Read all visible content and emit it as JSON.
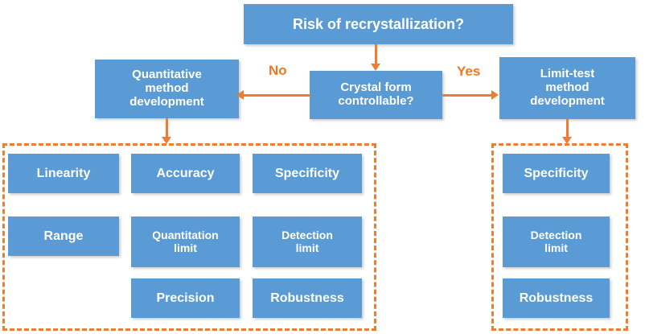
{
  "diagram": {
    "title": "Risk of recrystallization decision flowchart",
    "colors": {
      "node_fill": "#5B9BD5",
      "node_text": "#FFFFFF",
      "connector": "#ED7D31",
      "label_text": "#F4771F",
      "background": "#FFFFFF"
    }
  },
  "nodes": {
    "root": {
      "label": "Risk of recrystallization?"
    },
    "decision": {
      "label": "Crystal form\ncontrollable?"
    },
    "branch_left": {
      "label": "Quantitative\nmethod\ndevelopment"
    },
    "branch_right": {
      "label": "Limit-test\nmethod\ndevelopment"
    }
  },
  "edges": {
    "no_label": "No",
    "yes_label": "Yes"
  },
  "groups": [
    {
      "name": "quantitative-validation-parameters",
      "columns": [
        {
          "items": [
            {
              "label": "Linearity"
            },
            {
              "label": "Range"
            }
          ]
        },
        {
          "items": [
            {
              "label": "Accuracy"
            },
            {
              "label": "Quantitation\nlimit"
            },
            {
              "label": "Precision"
            }
          ]
        },
        {
          "items": [
            {
              "label": "Specificity"
            },
            {
              "label": "Detection\nlimit"
            },
            {
              "label": "Robustness"
            }
          ]
        }
      ]
    },
    {
      "name": "limit-test-validation-parameters",
      "columns": [
        {
          "items": [
            {
              "label": "Specificity"
            },
            {
              "label": "Detection\nlimit"
            },
            {
              "label": "Robustness"
            }
          ]
        }
      ]
    }
  ]
}
